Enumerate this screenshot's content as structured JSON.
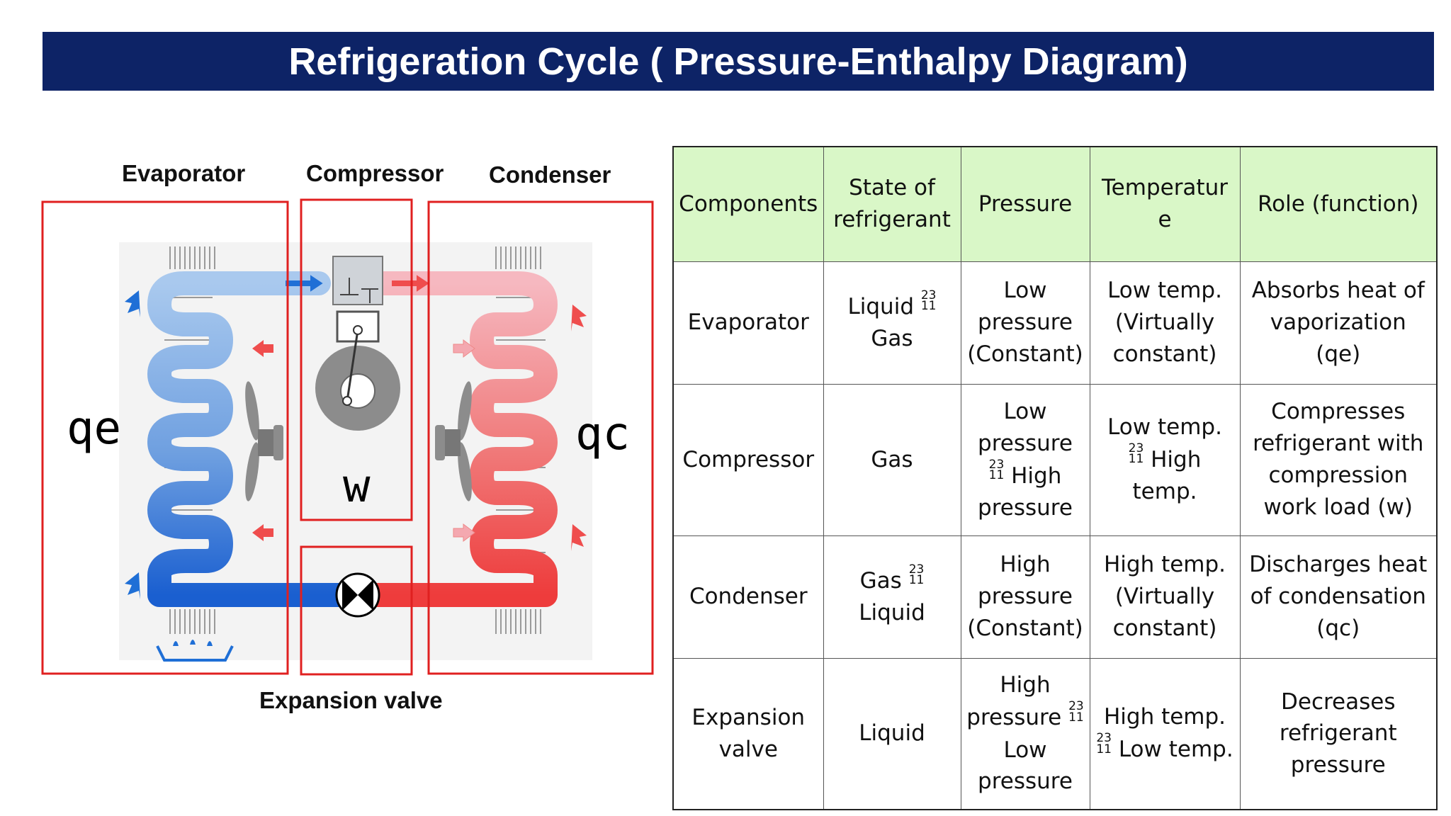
{
  "title": "Refrigeration Cycle ( Pressure-Enthalpy Diagram)",
  "diagram": {
    "labels": {
      "evaporator": "Evaporator",
      "compressor": "Compressor",
      "condenser": "Condenser",
      "expansion_valve": "Expansion valve"
    },
    "symbols": {
      "qe": "qe",
      "w": "w",
      "qc": "qc"
    },
    "colors": {
      "cold": "#1f6fd6",
      "hot": "#ef4d4d",
      "box": "#e02020"
    }
  },
  "table": {
    "header_bg": "#d9f7c7",
    "headers": [
      "Components",
      "State of refrigerant",
      "Pressure",
      "Temperatur e",
      "Role (function)"
    ],
    "rows": [
      {
        "component": "Evaporator",
        "state_a": "Liquid",
        "state_b": "Gas",
        "pressure": "Low pressure (Constant)",
        "temp": "Low temp. (Virtually constant)",
        "role": "Absorbs heat of vaporization (qe)"
      },
      {
        "component": "Compressor",
        "state": "Gas",
        "pressure_a": "Low pressure",
        "pressure_b": "High pressure",
        "temp_a": "Low temp.",
        "temp_b": "High temp.",
        "role": "Compresses refrigerant with compression work load (w)"
      },
      {
        "component": "Condenser",
        "state_a": "Gas",
        "state_b": "Liquid",
        "pressure": "High pressure (Constant)",
        "temp": "High temp. (Virtually constant)",
        "role": "Discharges heat of condensation (qc)"
      },
      {
        "component": "Expansion valve",
        "state": "Liquid",
        "pressure_a": "High pressure",
        "pressure_b": "Low pressure",
        "temp_a": "High temp.",
        "temp_b": "Low temp.",
        "role": "Decreases refrigerant pressure"
      }
    ],
    "arrow_symbol": {
      "top": "23",
      "bottom": "11"
    }
  }
}
